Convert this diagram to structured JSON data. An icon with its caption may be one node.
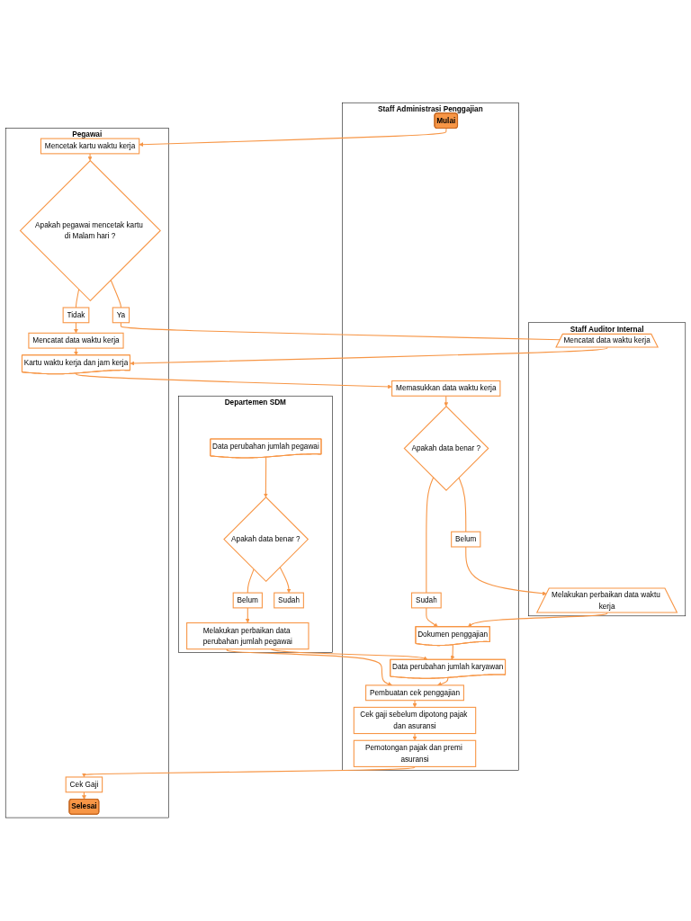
{
  "diagram": {
    "nodes": [
      {
        "text": [
          "Staff Administrasi Penggajian"
        ]
      },
      {
        "text": [
          "Pegawai"
        ]
      },
      {
        "text": [
          "Staff Auditor Internal"
        ]
      },
      {
        "text": [
          "Departemen SDM"
        ]
      },
      {
        "text": [
          "Mulai"
        ],
        "in": 0
      },
      {
        "text": [
          "Mencetak kartu waktu kerja"
        ],
        "in": 1
      },
      {
        "text": [
          "Apakah pegawai mencetak kartu di Malam hari ?"
        ],
        "in": 1
      },
      {
        "text": [
          "Ya"
        ],
        "in": 1
      },
      {
        "text": [
          "Tidak"
        ],
        "in": 1
      },
      {
        "text": [
          "Mencatat data waktu kerja"
        ],
        "in": 1
      },
      {
        "text": [
          "Kartu waktu kerja dan jam kerja"
        ],
        "in": 1
      },
      {
        "text": [
          "Memasukkan data waktu kerja"
        ],
        "in": 0
      },
      {
        "text": [
          "Mencatat data waktu kerja"
        ],
        "in": 2
      },
      {
        "text": [
          "Data perubahan jumlah pegawai"
        ],
        "in": 3
      },
      {
        "text": [
          "Apakah data benar ?"
        ],
        "in": 3
      },
      {
        "text": [
          "Belum"
        ],
        "in": 3
      },
      {
        "text": [
          "Melakukan perbaikan data perubahan jumlah pegawai"
        ],
        "in": 3
      },
      {
        "text": [
          "Sudah"
        ],
        "in": 3
      },
      {
        "text": [
          "Apakah data benar ?"
        ],
        "in": 0
      },
      {
        "text": [
          "Belum"
        ],
        "in": 0
      },
      {
        "text": [
          "Sudah"
        ],
        "in": 0
      },
      {
        "text": [
          "Melakukan perbaikan data waktu kerja"
        ],
        "in": 2
      },
      {
        "text": [
          "Dokumen penggajian"
        ],
        "in": 0
      },
      {
        "text": [
          "Data perubahan jumlah karyawan"
        ],
        "in": 0
      },
      {
        "text": [
          "Pembuatan cek penggajian"
        ],
        "in": 0
      },
      {
        "text": [
          "Cek gaji sebelum dipotong pajak dan asuransi"
        ],
        "in": 0
      },
      {
        "text": [
          "Pemotongan pajak dan premi asuransi"
        ],
        "in": 0
      },
      {
        "text": [
          "Cek Gaji"
        ],
        "in": 1
      },
      {
        "text": [
          "Selesai"
        ],
        "in": 1
      }
    ],
    "edges": [
      {
        "from": 4,
        "to": 5,
        "arrow": "to"
      },
      {
        "from": 5,
        "to": 6,
        "arrow": "to"
      },
      {
        "from": 6,
        "to": 7,
        "arrow": "none"
      },
      {
        "from": 7,
        "to": 12,
        "arrow": "none"
      },
      {
        "from": 6,
        "to": 8,
        "arrow": "none"
      },
      {
        "from": 8,
        "to": 9,
        "arrow": "to"
      },
      {
        "from": 9,
        "to": 10,
        "arrow": "to"
      },
      {
        "from": 12,
        "to": 10,
        "arrow": "to"
      },
      {
        "from": 10,
        "to": 11,
        "arrow": "to"
      },
      {
        "from": 11,
        "to": 18,
        "arrow": "to"
      },
      {
        "from": 13,
        "to": 14,
        "arrow": "to"
      },
      {
        "from": 14,
        "to": 15,
        "arrow": "none"
      },
      {
        "from": 15,
        "to": 16,
        "arrow": "to"
      },
      {
        "from": 14,
        "to": 17,
        "arrow": "to"
      },
      {
        "from": 16,
        "to": 23,
        "arrow": "to"
      },
      {
        "from": 16,
        "to": 24,
        "arrow": "to"
      },
      {
        "from": 18,
        "to": 19,
        "arrow": "none"
      },
      {
        "from": 19,
        "to": 21,
        "arrow": "to"
      },
      {
        "from": 18,
        "to": 20,
        "arrow": "none"
      },
      {
        "from": 20,
        "to": 22,
        "arrow": "to"
      },
      {
        "from": 21,
        "to": 22,
        "arrow": "to"
      },
      {
        "from": 22,
        "to": 23,
        "arrow": "to"
      },
      {
        "from": 23,
        "to": 24,
        "arrow": "to"
      },
      {
        "from": 24,
        "to": 25,
        "arrow": "to"
      },
      {
        "from": 25,
        "to": 26,
        "arrow": "to"
      },
      {
        "from": 26,
        "to": 27,
        "arrow": "to"
      },
      {
        "from": 27,
        "to": 28,
        "arrow": "to"
      }
    ]
  }
}
